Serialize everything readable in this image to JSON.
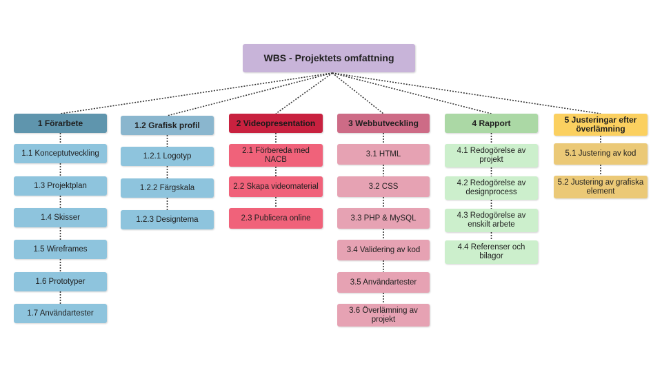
{
  "root": {
    "label": "WBS - Projektets omfattning",
    "color": "#c8b4d9"
  },
  "columns": [
    {
      "label": "1 Förarbete",
      "head_color": "#5f95ad",
      "item_color": "#8ec4dd",
      "items": [
        "1.1 Konceptutveckling",
        "1.3 Projektplan",
        "1.4 Skisser",
        "1.5 Wireframes",
        "1.6 Prototyper",
        "1.7 Användartester"
      ]
    },
    {
      "label": "1.2 Grafisk profil",
      "head_color": "#8ab6ce",
      "item_color": "#8ec4dd",
      "items": [
        "1.2.1 Logotyp",
        "1.2.2 Färgskala",
        "1.2.3 Designtema"
      ]
    },
    {
      "label": "2 Videopresentation",
      "head_color": "#c8213f",
      "item_color": "#f0627a",
      "items": [
        "2.1 Förbereda med NACB",
        "2.2 Skapa videomaterial",
        "2.3 Publicera online"
      ]
    },
    {
      "label": "3 Webbutveckling",
      "head_color": "#cd6b86",
      "item_color": "#e6a2b3",
      "items": [
        "3.1 HTML",
        "3.2 CSS",
        "3.3 PHP & MySQL",
        "3.4 Validering av kod",
        "3.5 Användartester",
        "3.6 Överlämning av projekt"
      ]
    },
    {
      "label": "4 Rapport",
      "head_color": "#abd8a5",
      "item_color": "#ccefcc",
      "items": [
        "4.1 Redogörelse av projekt",
        "4.2 Redogörelse av designprocess",
        "4.3 Redogörelse av enskilt arbete",
        "4.4 Referenser och bilagor"
      ]
    },
    {
      "label": "5 Justeringar efter överlämning",
      "head_color": "#fbd060",
      "item_color": "#ebc977",
      "items": [
        "5.1 Justering av kod",
        "5.2 Justering av grafiska element"
      ]
    }
  ]
}
